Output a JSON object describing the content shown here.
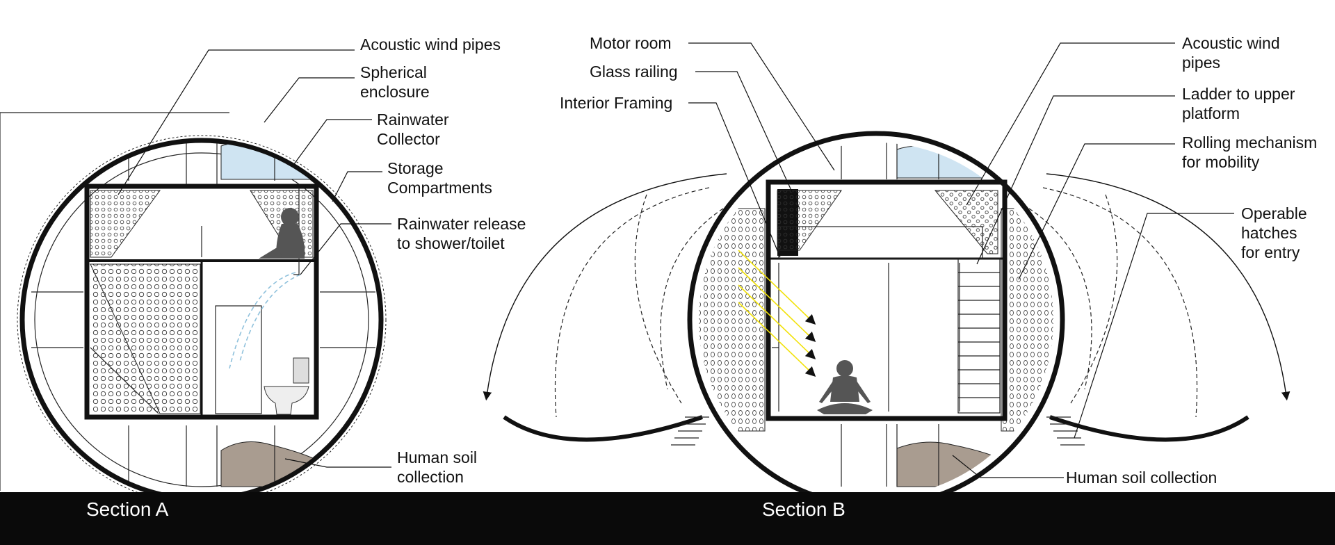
{
  "section_a": {
    "labels": {
      "acoustic_wind_pipes": "Acoustic wind pipes",
      "spherical_enclosure_1": "Spherical",
      "spherical_enclosure_2": "enclosure",
      "rainwater_collector_1": "Rainwater",
      "rainwater_collector_2": "Collector",
      "storage_compartments_1": "Storage",
      "storage_compartments_2": "Compartments",
      "rainwater_release_1": "Rainwater release",
      "rainwater_release_2": "to shower/toilet",
      "human_soil_1": "Human soil",
      "human_soil_2": "collection"
    },
    "caption": "Section A"
  },
  "section_b": {
    "labels": {
      "motor_room": "Motor room",
      "glass_railing": "Glass railing",
      "interior_framing": "Interior Framing",
      "acoustic_wind_pipes_1": "Acoustic wind",
      "acoustic_wind_pipes_2": "pipes",
      "ladder_1": "Ladder to upper",
      "ladder_2": "platform",
      "rolling_1": "Rolling mechanism",
      "rolling_2": "for mobility",
      "hatches_1": "Operable",
      "hatches_2": "hatches",
      "hatches_3": "for entry",
      "human_soil": "Human soil collection"
    },
    "caption": "Section B"
  },
  "colors": {
    "water": "#cfe4f2",
    "soil": "#a99c90",
    "figure": "#555555",
    "light_ray": "#f2e20a",
    "shower_water": "#8fc1dc",
    "caption_bar": "#0a0a0a"
  }
}
